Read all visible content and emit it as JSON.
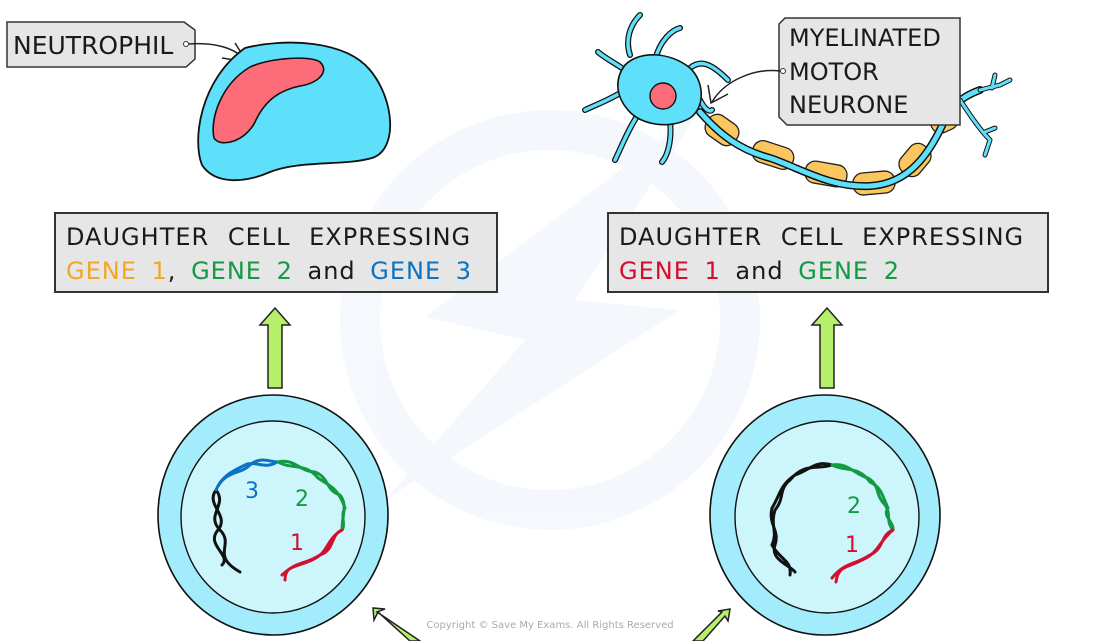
{
  "labels": {
    "neutrophil": "NEUTROPHIL",
    "neurone_line1": "MYELINATED",
    "neurone_line2": "MOTOR",
    "neurone_line3": "NEURONE"
  },
  "left_box": {
    "heading": "DAUGHTER CELL EXPRESSING",
    "genes": [
      {
        "text": "GENE 1",
        "color": "#f5a623"
      },
      {
        "text": "GENE 2",
        "color": "#139a43"
      },
      {
        "text": "GENE 3",
        "color": "#0b73c2"
      }
    ],
    "sep1": ",",
    "conj": "and"
  },
  "right_box": {
    "heading": "DAUGHTER CELL EXPRESSING",
    "genes": [
      {
        "text": "GENE 1",
        "color": "#d0102e"
      },
      {
        "text": "GENE 2",
        "color": "#139a43"
      }
    ],
    "conj": "and"
  },
  "left_cell_dna": {
    "numbers": [
      "3",
      "2",
      "1"
    ],
    "colors": {
      "gene3": "#0b73c2",
      "gene2": "#139a43",
      "gene1": "#d0102e",
      "inactive": "#111111"
    }
  },
  "right_cell_dna": {
    "numbers": [
      "2",
      "1"
    ],
    "colors": {
      "gene2": "#139a43",
      "gene1": "#d0102e",
      "inactive": "#111111"
    }
  },
  "colors": {
    "cell_blue": "#5ee0fb",
    "nucleus_pink": "#fd6d79",
    "myelin": "#fbc65d",
    "arrow_green": "#b6f06a",
    "stem_outer": "#a3ecfb",
    "stem_inner": "#cdf6fc",
    "box_fill": "#e6e6e6"
  },
  "watermark": "Copyright © Save My Exams. All Rights Reserved"
}
